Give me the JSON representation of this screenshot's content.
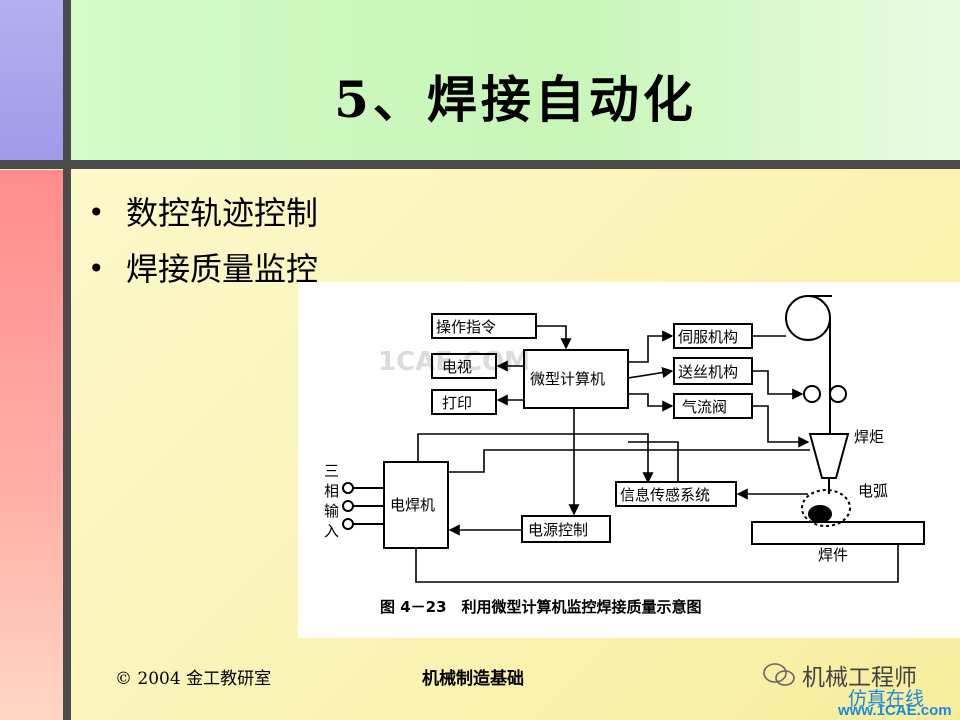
{
  "slide": {
    "title": "5、焊接自动化",
    "bullets": [
      "数控轨迹控制",
      "焊接质量监控"
    ]
  },
  "figure": {
    "boxes": {
      "operation": "操作指令",
      "tv": "电视",
      "print": "打印",
      "micro": "微型计算机",
      "servo": "伺服机构",
      "wire_feed": "送丝机构",
      "gas_valve": "气流阀",
      "sensor": "信息传感系统",
      "power_ctrl": "电源控制",
      "welder": "电焊机"
    },
    "labels": {
      "torch": "焊炬",
      "arc": "电弧",
      "workpiece": "焊件",
      "input_chars": [
        "三",
        "相",
        "输",
        "入"
      ]
    },
    "caption": "图 4－23　利用微型计算机监控焊接质量示意图",
    "faint_watermark": "1CAE.COM"
  },
  "footer": {
    "copyright": "© 2004 金工教研室",
    "course": "机械制造基础"
  },
  "watermark": {
    "brand": "机械工程师",
    "sim": "仿真在线",
    "site": "www.1CAE.com"
  },
  "colors": {
    "sim": "#1a8ae0"
  }
}
